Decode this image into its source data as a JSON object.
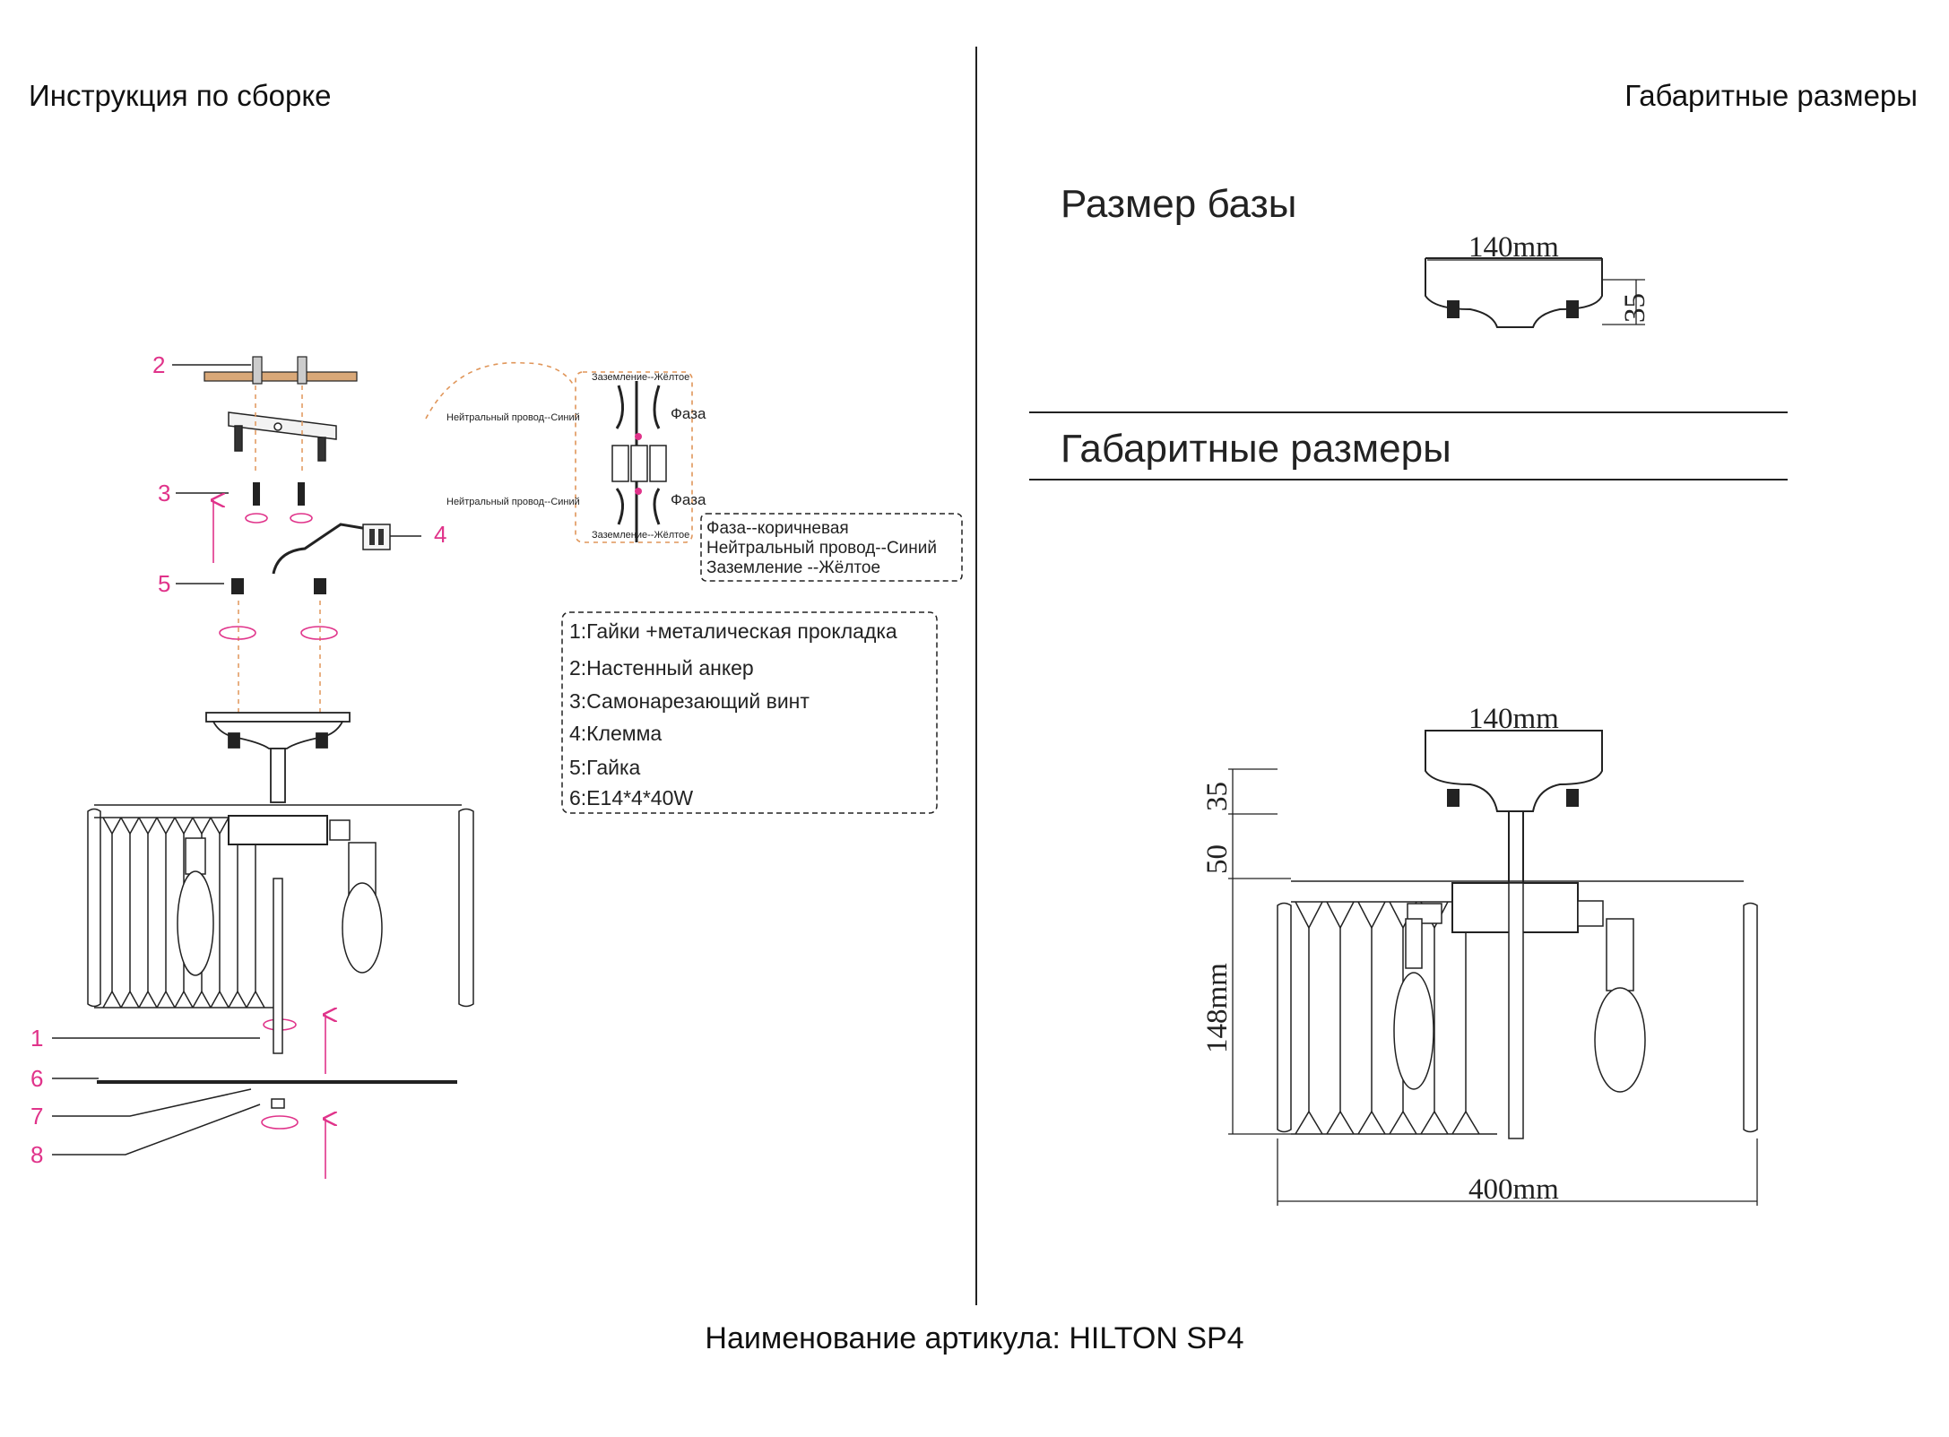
{
  "header": {
    "left_title": "Инструкция по сборке",
    "right_title": "Габаритные размеры"
  },
  "footer": {
    "article": "Наименование артикула: HILTON SP4"
  },
  "assembly": {
    "part_numbers": [
      "1",
      "2",
      "3",
      "4",
      "5",
      "6",
      "7",
      "8"
    ],
    "wiring": {
      "ground_top": "Заземление--Жёлтое",
      "neutral_top": "Нейтральный провод--Синий",
      "phase_top": "Фаза",
      "neutral_bottom": "Нейтральный провод--Синий",
      "phase_bottom": "Фаза",
      "ground_bottom": "Заземление--Жёлтое"
    },
    "wire_legend": [
      "Фаза--коричневая",
      "Нейтральный провод--Синий",
      "Заземление --Жёлтое"
    ],
    "parts_legend": [
      "1:Гайки +металическая прокладка",
      "2:Настенный анкер",
      "3:Самонарезающий винт",
      "4:Клемма",
      "5:Гайка",
      "6:E14*4*40W"
    ]
  },
  "dimensions": {
    "base_title": "Размер базы",
    "base_width": "140mm",
    "base_height": "35",
    "overall_title": "Габаритные размеры",
    "top_width": "140mm",
    "dim_35": "35",
    "dim_50": "50",
    "dim_148": "148mm",
    "bottom_width": "400mm"
  },
  "colors": {
    "accent_magenta": "#e0338a",
    "dashed_orange": "#e0965a",
    "line_dark": "#222222"
  }
}
